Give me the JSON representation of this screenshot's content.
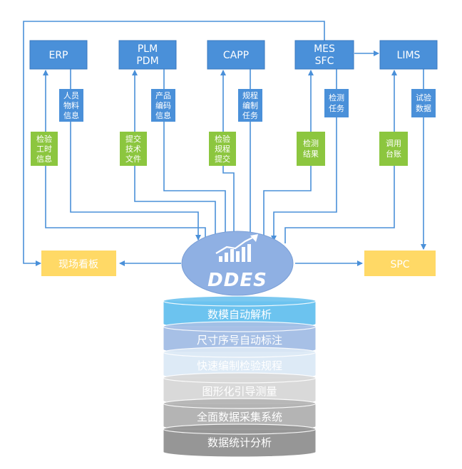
{
  "systems": {
    "erp": "ERP",
    "plm_line1": "PLM",
    "plm_line2": "PDM",
    "capp": "CAPP",
    "mes_line1": "MES",
    "mes_line2": "SFC",
    "lims": "LIMS"
  },
  "labels": {
    "erp_personnel": [
      "人员",
      "物料",
      "信息"
    ],
    "erp_inspection_hours": [
      "检验",
      "工时",
      "信息"
    ],
    "plm_product_code": [
      "产品",
      "编码",
      "信息"
    ],
    "plm_submit_docs": [
      "提交",
      "技术",
      "文件"
    ],
    "capp_plan_task": [
      "规程",
      "编制",
      "任务"
    ],
    "capp_submit_plan": [
      "检验",
      "规程",
      "提交"
    ],
    "mes_inspection_task": [
      "检测",
      "任务"
    ],
    "mes_inspection_result": [
      "检测",
      "结果"
    ],
    "lims_test_data": [
      "试验",
      "数据"
    ],
    "lims_invoke_ledger": [
      "调用",
      "台账"
    ]
  },
  "outputs": {
    "board": "现场看板",
    "spc": "SPC"
  },
  "hub": {
    "name": "DDES"
  },
  "layers": [
    {
      "text": "数模自动解析",
      "color": "#6cc3ef",
      "text_color": "#ffffff"
    },
    {
      "text": "尺寸序号自动标注",
      "color": "#a7c0e6",
      "text_color": "#ffffff"
    },
    {
      "text": "快速编制检验规程",
      "color": "#ddeaf6",
      "text_color": "#ffffff"
    },
    {
      "text": "图形化引导测量",
      "color": "#d9d9d9",
      "text_color": "#ffffff"
    },
    {
      "text": "全面数据采集系统",
      "color": "#b4b4b4",
      "text_color": "#ffffff"
    },
    {
      "text": "数据统计分析",
      "color": "#969696",
      "text_color": "#ffffff"
    }
  ],
  "colors": {
    "system_box": "#4a90d9",
    "blue_label": "#4a90d9",
    "green_label": "#8cc63f",
    "yellow_box": "#ffd966",
    "arrow": "#4a90d9",
    "hub": "#8fb0e3"
  }
}
